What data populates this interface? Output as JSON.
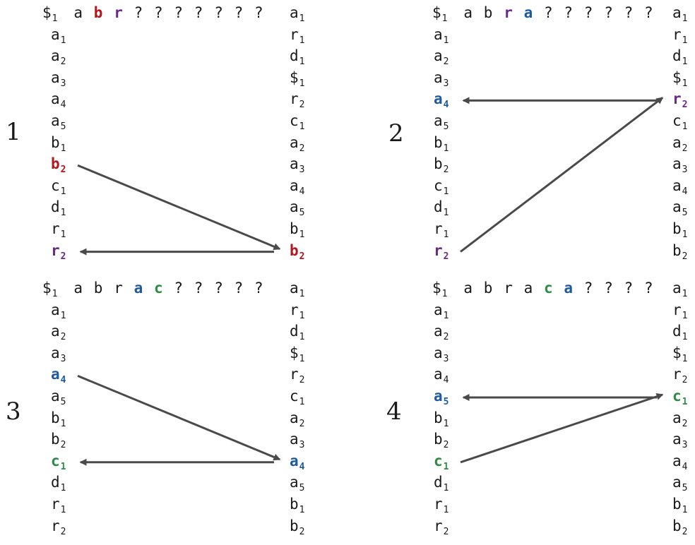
{
  "colors": {
    "text": "#1a1a1a",
    "red": "#b5161b",
    "purple": "#6b2a86",
    "blue": "#1f5aa0",
    "green": "#2e8b45",
    "arrow": "#4a4a4a"
  },
  "panels": [
    {
      "number": "1",
      "header": [
        {
          "t": "$",
          "s": "1"
        },
        {
          "t": "a"
        },
        {
          "t": "b",
          "c": "red"
        },
        {
          "t": "r",
          "c": "purple"
        },
        {
          "t": "?"
        },
        {
          "t": "?"
        },
        {
          "t": "?"
        },
        {
          "t": "?"
        },
        {
          "t": "?"
        },
        {
          "t": "?"
        },
        {
          "t": "?"
        }
      ],
      "right_top": {
        "t": "a",
        "s": "1"
      },
      "left": [
        {
          "t": "a",
          "s": "1"
        },
        {
          "t": "a",
          "s": "2"
        },
        {
          "t": "a",
          "s": "3"
        },
        {
          "t": "a",
          "s": "4"
        },
        {
          "t": "a",
          "s": "5"
        },
        {
          "t": "b",
          "s": "1"
        },
        {
          "t": "b",
          "s": "2",
          "c": "red"
        },
        {
          "t": "c",
          "s": "1"
        },
        {
          "t": "d",
          "s": "1"
        },
        {
          "t": "r",
          "s": "1"
        },
        {
          "t": "r",
          "s": "2",
          "c": "purple"
        }
      ],
      "right": [
        {
          "t": "r",
          "s": "1"
        },
        {
          "t": "d",
          "s": "1"
        },
        {
          "t": "$",
          "s": "1"
        },
        {
          "t": "r",
          "s": "2"
        },
        {
          "t": "c",
          "s": "1"
        },
        {
          "t": "a",
          "s": "2"
        },
        {
          "t": "a",
          "s": "3"
        },
        {
          "t": "a",
          "s": "4"
        },
        {
          "t": "a",
          "s": "5"
        },
        {
          "t": "b",
          "s": "1"
        },
        {
          "t": "b",
          "s": "2",
          "c": "red"
        }
      ],
      "arrows": [
        {
          "from": "L6",
          "to": "R10"
        },
        {
          "from": "R10",
          "to": "L10"
        }
      ]
    },
    {
      "number": "2",
      "header": [
        {
          "t": "$",
          "s": "1"
        },
        {
          "t": "a"
        },
        {
          "t": "b"
        },
        {
          "t": "r",
          "c": "purple"
        },
        {
          "t": "a",
          "c": "blue"
        },
        {
          "t": "?"
        },
        {
          "t": "?"
        },
        {
          "t": "?"
        },
        {
          "t": "?"
        },
        {
          "t": "?"
        },
        {
          "t": "?"
        }
      ],
      "right_top": {
        "t": "a",
        "s": "1"
      },
      "left": [
        {
          "t": "a",
          "s": "1"
        },
        {
          "t": "a",
          "s": "2"
        },
        {
          "t": "a",
          "s": "3"
        },
        {
          "t": "a",
          "s": "4",
          "c": "blue"
        },
        {
          "t": "a",
          "s": "5"
        },
        {
          "t": "b",
          "s": "1"
        },
        {
          "t": "b",
          "s": "2"
        },
        {
          "t": "c",
          "s": "1"
        },
        {
          "t": "d",
          "s": "1"
        },
        {
          "t": "r",
          "s": "1"
        },
        {
          "t": "r",
          "s": "2",
          "c": "purple"
        }
      ],
      "right": [
        {
          "t": "r",
          "s": "1"
        },
        {
          "t": "d",
          "s": "1"
        },
        {
          "t": "$",
          "s": "1"
        },
        {
          "t": "r",
          "s": "2",
          "c": "purple"
        },
        {
          "t": "c",
          "s": "1"
        },
        {
          "t": "a",
          "s": "2"
        },
        {
          "t": "a",
          "s": "3"
        },
        {
          "t": "a",
          "s": "4"
        },
        {
          "t": "a",
          "s": "5"
        },
        {
          "t": "b",
          "s": "1"
        },
        {
          "t": "b",
          "s": "2"
        }
      ],
      "arrows": [
        {
          "from": "L10",
          "to": "R3"
        },
        {
          "from": "R3",
          "to": "L3"
        }
      ]
    },
    {
      "number": "3",
      "header": [
        {
          "t": "$",
          "s": "1"
        },
        {
          "t": "a"
        },
        {
          "t": "b"
        },
        {
          "t": "r"
        },
        {
          "t": "a",
          "c": "blue"
        },
        {
          "t": "c",
          "c": "green"
        },
        {
          "t": "?"
        },
        {
          "t": "?"
        },
        {
          "t": "?"
        },
        {
          "t": "?"
        },
        {
          "t": "?"
        }
      ],
      "right_top": {
        "t": "a",
        "s": "1"
      },
      "left": [
        {
          "t": "a",
          "s": "1"
        },
        {
          "t": "a",
          "s": "2"
        },
        {
          "t": "a",
          "s": "3"
        },
        {
          "t": "a",
          "s": "4",
          "c": "blue"
        },
        {
          "t": "a",
          "s": "5"
        },
        {
          "t": "b",
          "s": "1"
        },
        {
          "t": "b",
          "s": "2"
        },
        {
          "t": "c",
          "s": "1",
          "c": "green"
        },
        {
          "t": "d",
          "s": "1"
        },
        {
          "t": "r",
          "s": "1"
        },
        {
          "t": "r",
          "s": "2"
        }
      ],
      "right": [
        {
          "t": "r",
          "s": "1"
        },
        {
          "t": "d",
          "s": "1"
        },
        {
          "t": "$",
          "s": "1"
        },
        {
          "t": "r",
          "s": "2"
        },
        {
          "t": "c",
          "s": "1"
        },
        {
          "t": "a",
          "s": "2"
        },
        {
          "t": "a",
          "s": "3"
        },
        {
          "t": "a",
          "s": "4",
          "c": "blue"
        },
        {
          "t": "a",
          "s": "5"
        },
        {
          "t": "b",
          "s": "1"
        },
        {
          "t": "b",
          "s": "2"
        }
      ],
      "arrows": [
        {
          "from": "L3",
          "to": "R7"
        },
        {
          "from": "R7",
          "to": "L7"
        }
      ]
    },
    {
      "number": "4",
      "header": [
        {
          "t": "$",
          "s": "1"
        },
        {
          "t": "a"
        },
        {
          "t": "b"
        },
        {
          "t": "r"
        },
        {
          "t": "a"
        },
        {
          "t": "c",
          "c": "green"
        },
        {
          "t": "a",
          "c": "blue"
        },
        {
          "t": "?"
        },
        {
          "t": "?"
        },
        {
          "t": "?"
        },
        {
          "t": "?"
        }
      ],
      "right_top": {
        "t": "a",
        "s": "1"
      },
      "left": [
        {
          "t": "a",
          "s": "1"
        },
        {
          "t": "a",
          "s": "2"
        },
        {
          "t": "a",
          "s": "3"
        },
        {
          "t": "a",
          "s": "4"
        },
        {
          "t": "a",
          "s": "5",
          "c": "blue"
        },
        {
          "t": "b",
          "s": "1"
        },
        {
          "t": "b",
          "s": "2"
        },
        {
          "t": "c",
          "s": "1",
          "c": "green"
        },
        {
          "t": "d",
          "s": "1"
        },
        {
          "t": "r",
          "s": "1"
        },
        {
          "t": "r",
          "s": "2"
        }
      ],
      "right": [
        {
          "t": "r",
          "s": "1"
        },
        {
          "t": "d",
          "s": "1"
        },
        {
          "t": "$",
          "s": "1"
        },
        {
          "t": "r",
          "s": "2"
        },
        {
          "t": "c",
          "s": "1",
          "c": "green"
        },
        {
          "t": "a",
          "s": "2"
        },
        {
          "t": "a",
          "s": "3"
        },
        {
          "t": "a",
          "s": "4"
        },
        {
          "t": "a",
          "s": "5"
        },
        {
          "t": "b",
          "s": "1"
        },
        {
          "t": "b",
          "s": "2"
        }
      ],
      "arrows": [
        {
          "from": "L7",
          "to": "R4"
        },
        {
          "from": "R4",
          "to": "L4"
        }
      ]
    }
  ]
}
